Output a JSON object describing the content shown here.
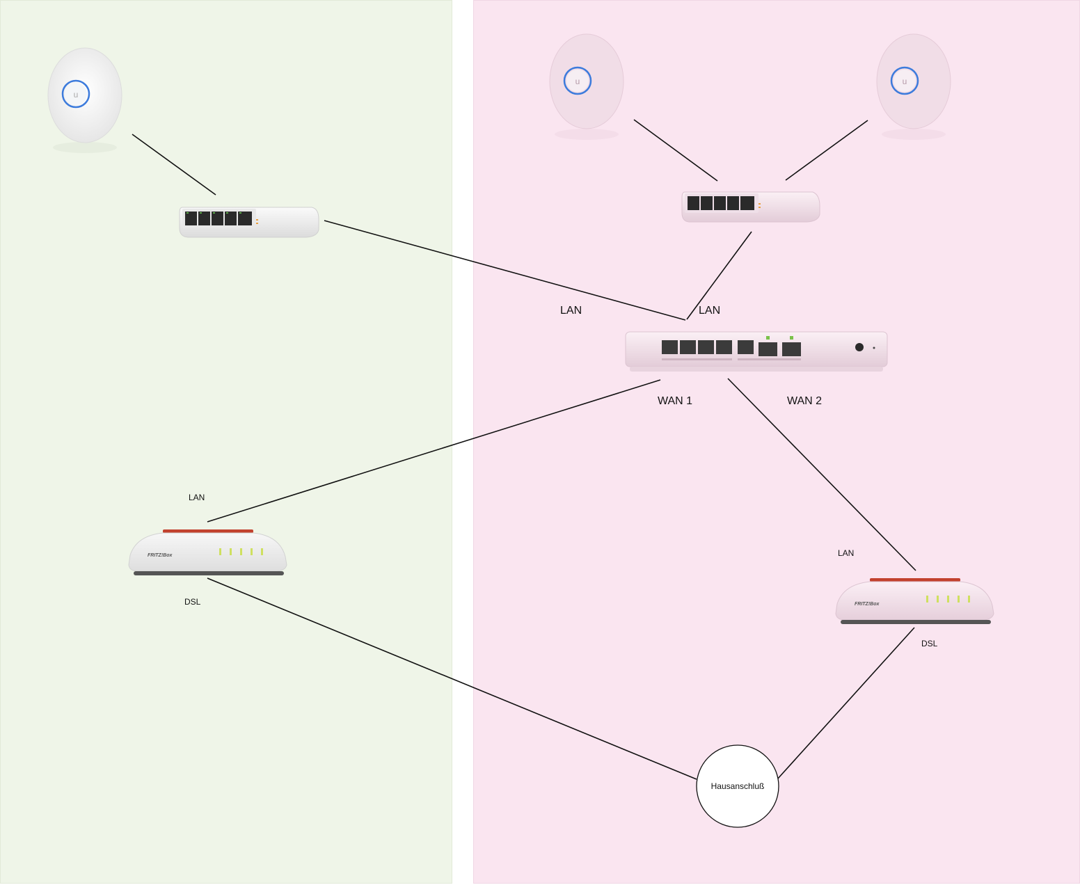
{
  "zones": {
    "left_color": "#eff5e8",
    "right_color": "#fae5f0"
  },
  "labels": {
    "router_lan_left": "LAN",
    "router_lan_right": "LAN",
    "router_wan1": "WAN 1",
    "router_wan2": "WAN 2",
    "fritz_left_lan": "LAN",
    "fritz_left_dsl": "DSL",
    "fritz_right_lan": "LAN",
    "fritz_right_dsl": "DSL",
    "hausanschluss": "Hausanschluß"
  },
  "devices": {
    "access_point_icon": "access-point-icon",
    "switch_icon": "switch-icon",
    "gateway_icon": "gateway-icon",
    "fritzbox_icon": "modem-icon",
    "fritzbox_brand": "FRITZ!Box"
  }
}
